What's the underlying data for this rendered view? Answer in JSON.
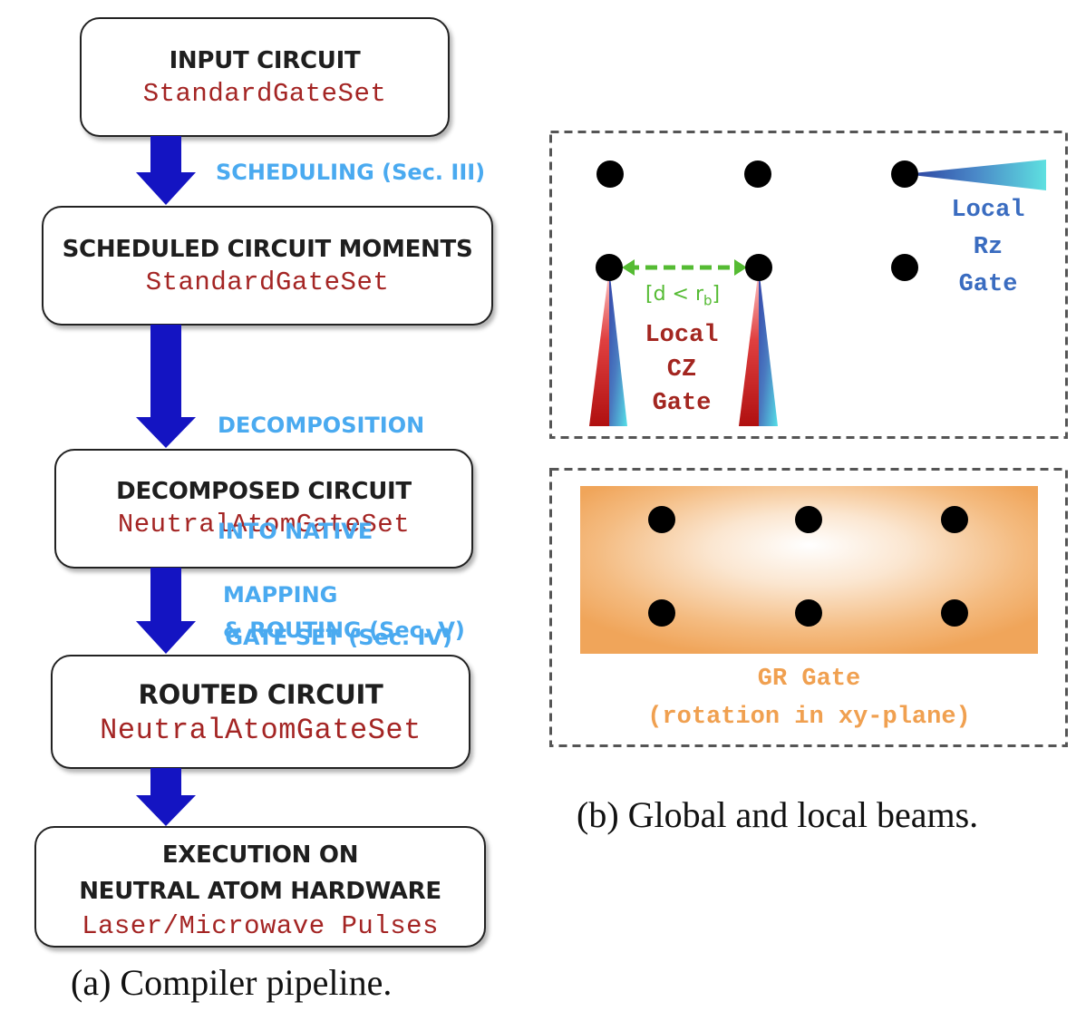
{
  "pipeline": {
    "boxes": [
      {
        "title_lines": [
          "INPUT CIRCUIT"
        ],
        "gate_set": "StandardGateSet"
      },
      {
        "title_lines": [
          "SCHEDULED CIRCUIT MOMENTS"
        ],
        "gate_set": "StandardGateSet"
      },
      {
        "title_lines": [
          "DECOMPOSED CIRCUIT"
        ],
        "gate_set": "NeutralAtomGateSet"
      },
      {
        "title_lines": [
          "ROUTED CIRCUIT"
        ],
        "gate_set": "NeutralAtomGateSet"
      },
      {
        "title_lines": [
          "EXECUTION ON",
          "NEUTRAL ATOM HARDWARE"
        ],
        "gate_set": "Laser/Microwave Pulses"
      }
    ],
    "steps": [
      {
        "lines": [
          "SCHEDULING (Sec. III)"
        ]
      },
      {
        "lines": [
          "DECOMPOSITION",
          "INTO NATIVE",
          " GATE SET (Sec. IV)"
        ]
      },
      {
        "lines": [
          "MAPPING",
          "& ROUTING (Sec. V)"
        ]
      }
    ],
    "caption": "(a) Compiler pipeline."
  },
  "beams": {
    "local_panel": {
      "distance_label": "[d < r",
      "distance_subscript": "b",
      "distance_close": "]",
      "cz_label_lines": [
        "Local",
        "CZ",
        "Gate"
      ],
      "rz_label_lines": [
        "Local",
        "Rz",
        "Gate"
      ]
    },
    "global_panel": {
      "gr_label_lines": [
        "GR Gate",
        "(rotation in xy-plane)"
      ]
    },
    "caption": "(b) Global and local beams."
  },
  "colors": {
    "arrow": "#1414c2",
    "step_text": "#4aaaf0",
    "gate_set_text": "#a42524",
    "cz_text": "#a32620",
    "rz_text": "#3a6cc0",
    "gr_text": "#f0a050",
    "distance_text": "#55bb33"
  }
}
